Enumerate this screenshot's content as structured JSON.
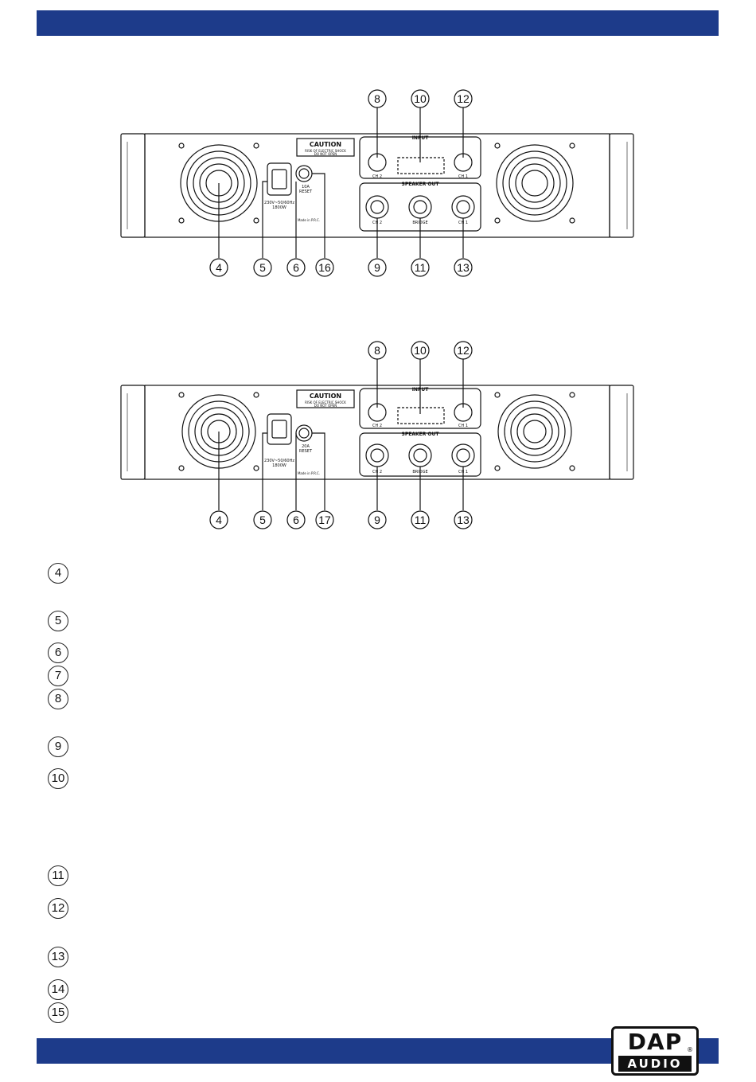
{
  "brand": {
    "logo_text": "DAP",
    "logo_sub": "AUDIO",
    "registered": "®"
  },
  "panel1": {
    "callouts_top": [
      "8",
      "10",
      "12"
    ],
    "callouts_bottom": [
      "4",
      "5",
      "6",
      "16",
      "9",
      "11",
      "13"
    ],
    "caution": "CAUTION",
    "caution_sub1": "RISK OF ELECTRIC SHOCK",
    "caution_sub2": "DO NOT OPEN",
    "input_label": "INPUT",
    "speaker_out_label": "SPEAKER OUT",
    "ch2": "CH 2",
    "ch1": "CH 1",
    "bridge": "BRIDGE",
    "fuse": "10A",
    "reset": "RESET",
    "mains": "230V~50/60Hz",
    "power": "1800W",
    "made_in": "Made in P.R.C."
  },
  "panel2": {
    "callouts_top": [
      "8",
      "10",
      "12"
    ],
    "callouts_bottom": [
      "4",
      "5",
      "6",
      "17",
      "9",
      "11",
      "13"
    ],
    "caution": "CAUTION",
    "caution_sub1": "RISK OF ELECTRIC SHOCK",
    "caution_sub2": "DO NOT OPEN",
    "input_label": "INPUT",
    "speaker_out_label": "SPEAKER OUT",
    "ch2": "CH 2",
    "ch1": "CH 1",
    "bridge": "BRIDGE",
    "fuse": "20A",
    "reset": "RESET",
    "mains": "230V~50/60Hz",
    "power": "1800W",
    "made_in": "Made in P.R.C."
  },
  "legend": [
    "4",
    "5",
    "6",
    "7",
    "8",
    "9",
    "10",
    "11",
    "12",
    "13",
    "14",
    "15"
  ]
}
